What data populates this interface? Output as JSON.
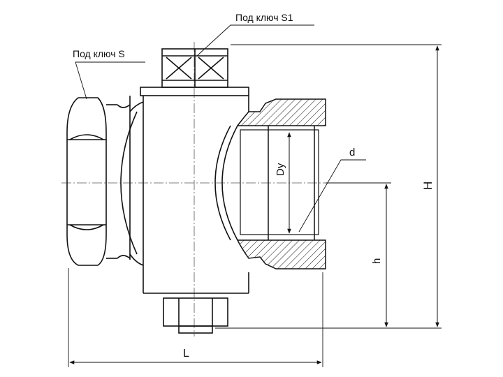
{
  "labels": {
    "key_s1": "Под ключ S1",
    "key_s": "Под ключ S",
    "dy": "Dy",
    "d": "d",
    "h_small": "h",
    "h_big": "H",
    "length": "L"
  },
  "colors": {
    "line": "#111111",
    "background": "#ffffff"
  }
}
